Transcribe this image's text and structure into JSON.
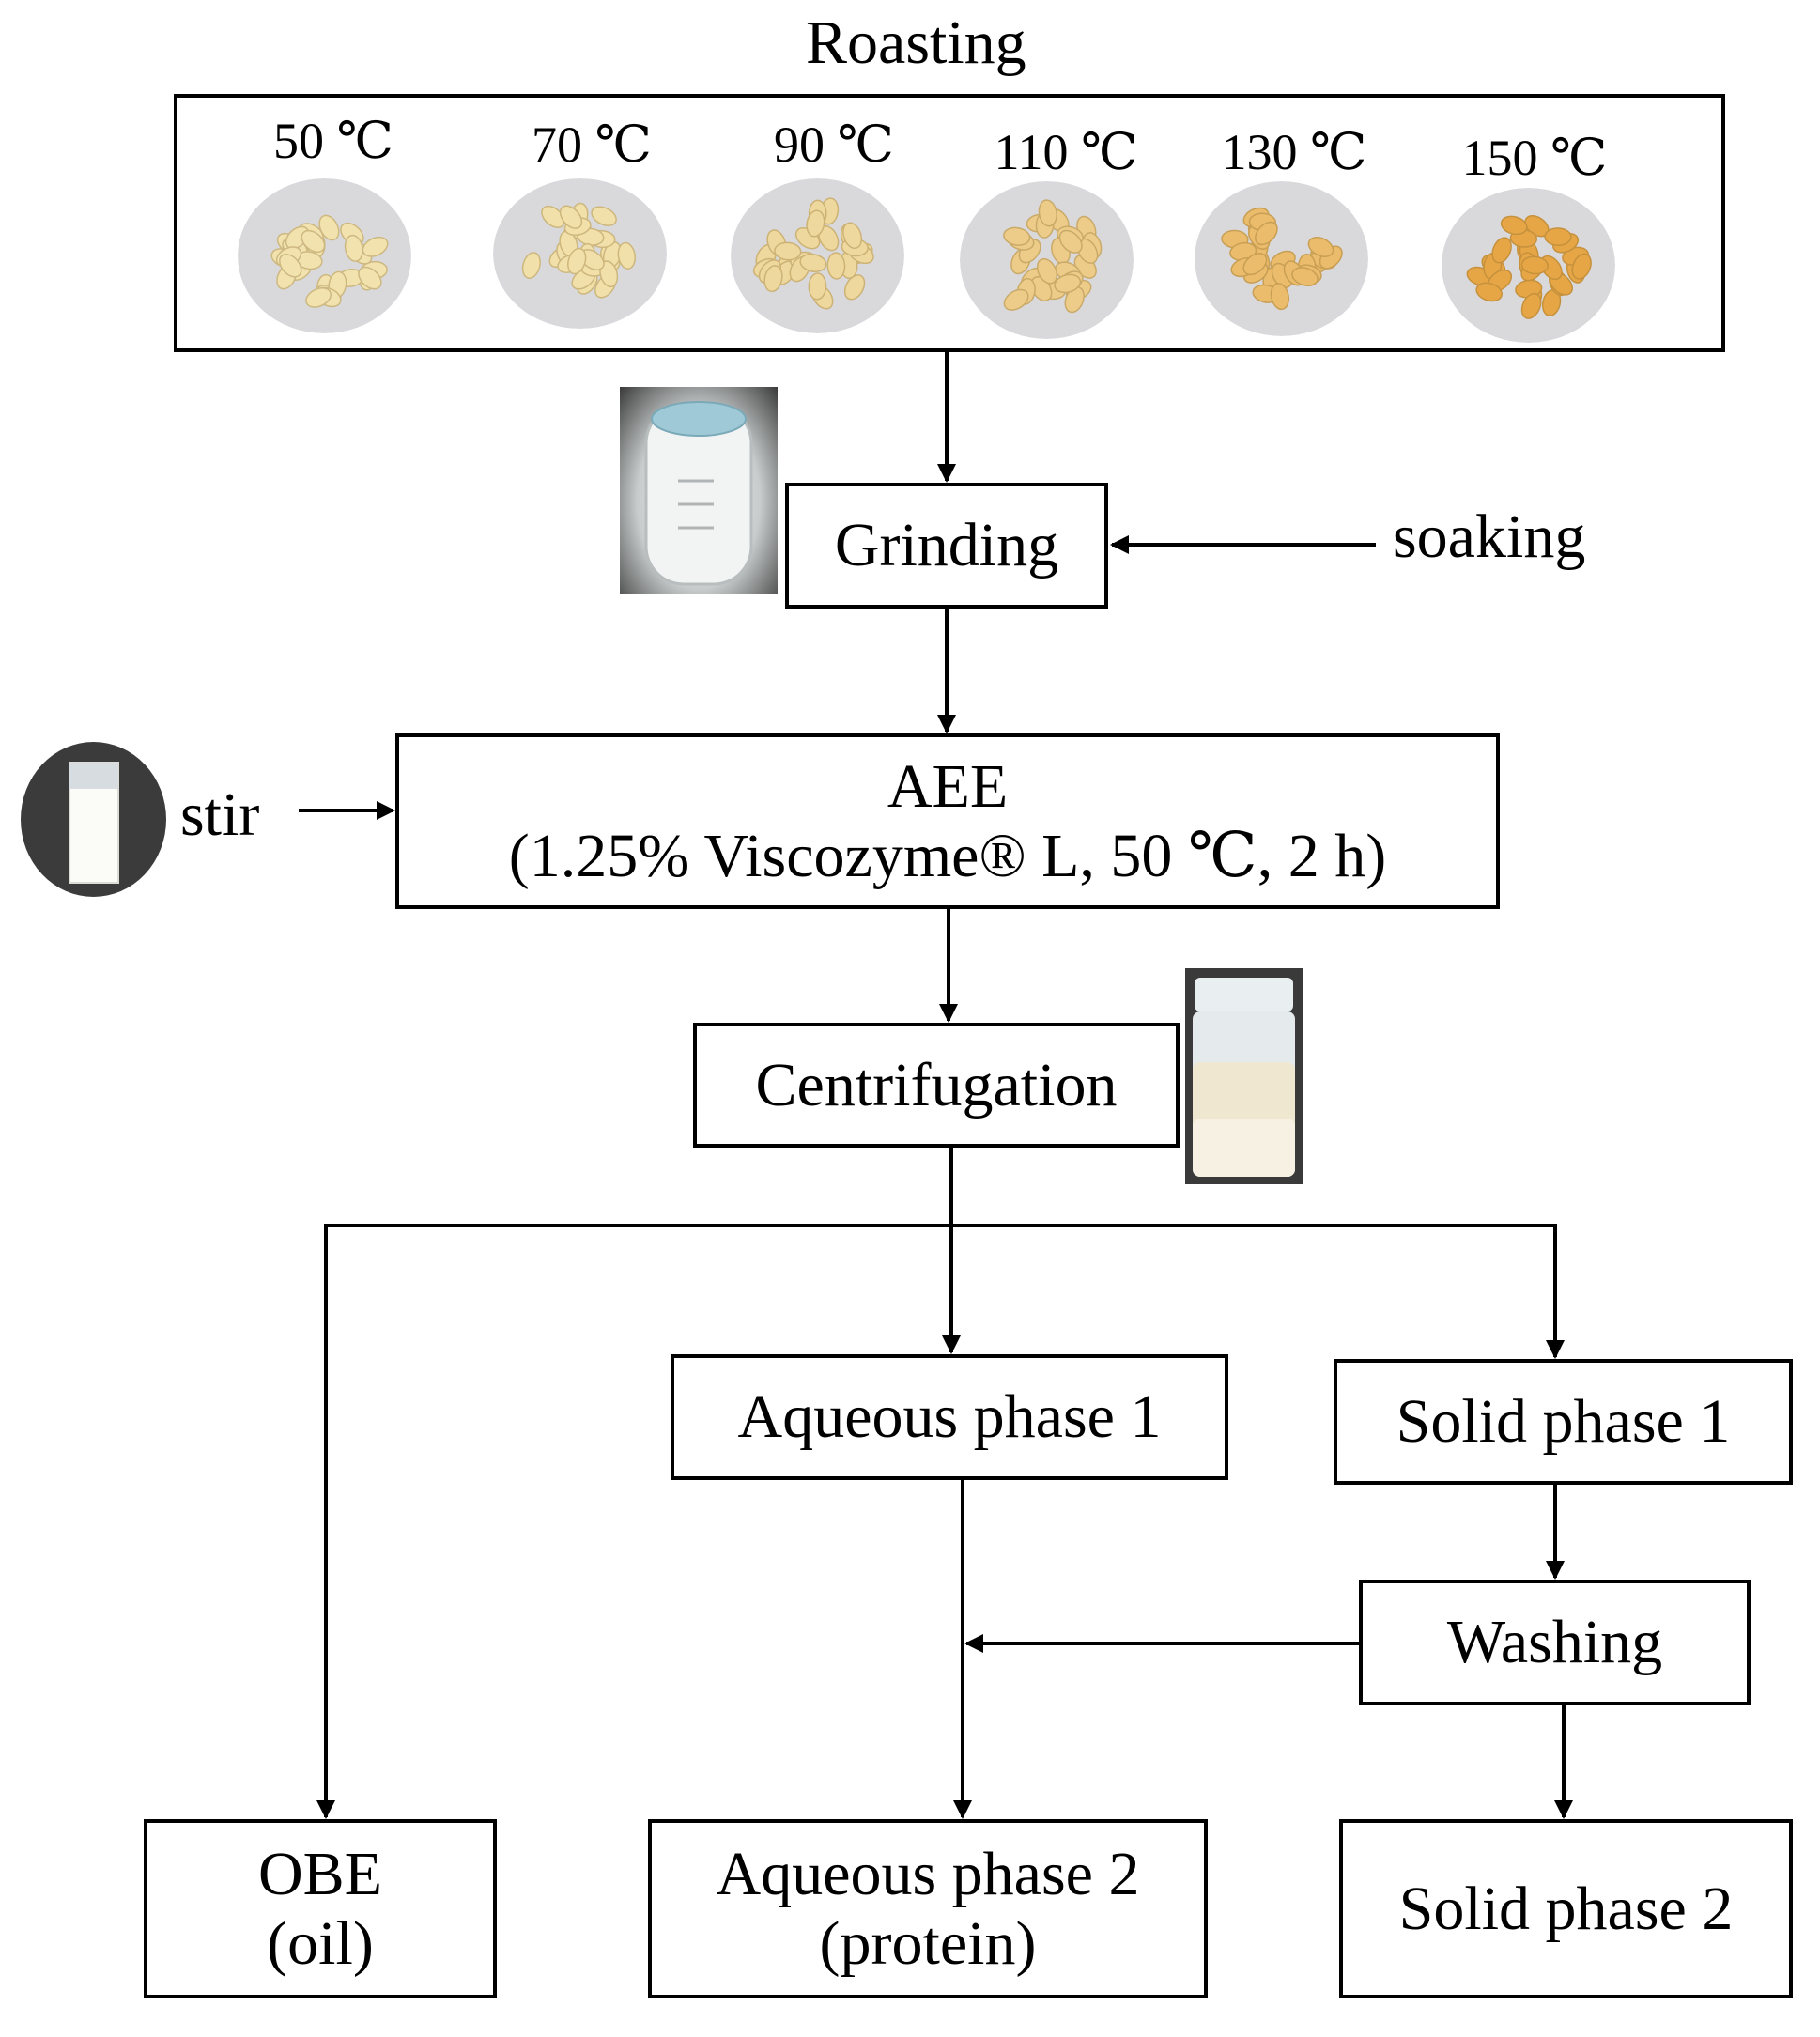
{
  "roasting": {
    "title": "Roasting",
    "temps": [
      "50 ℃",
      "70 ℃",
      "90 ℃",
      "110 ℃",
      "130 ℃",
      "150 ℃"
    ]
  },
  "steps": {
    "grinding": "Grinding",
    "soaking": "soaking",
    "stir": "stir",
    "aee_line1": "AEE",
    "aee_line2": "(1.25% Viscozyme® L, 50 ℃, 2 h)",
    "centrifugation": "Centrifugation",
    "aqueous1": "Aqueous phase 1",
    "solid1": "Solid phase 1",
    "washing": "Washing",
    "obe_line1": "OBE",
    "obe_line2": "(oil)",
    "aqueous2_line1": "Aqueous phase 2",
    "aqueous2_line2": "(protein)",
    "solid2": "Solid phase 2"
  },
  "colors": {
    "line": "#000000",
    "plate": "#d9d9dc",
    "peanut_light": "#f1e2ae",
    "peanut_dark": "#e6a646"
  }
}
